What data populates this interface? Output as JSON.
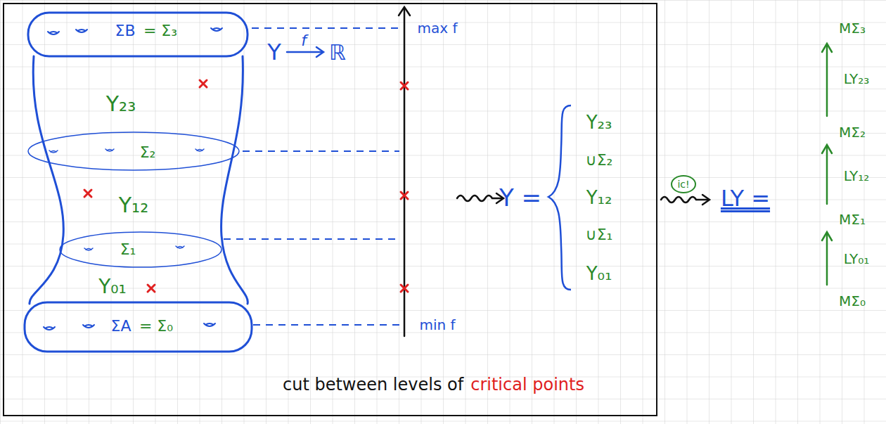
{
  "diagram": {
    "nodes": [
      {
        "text": [
          "cut between levels of",
          "critical points"
        ]
      }
    ],
    "labels": [
      "ΣB",
      "= Σ₃",
      "Y₂₃",
      "Σ₂",
      "Y₁₂",
      "Σ₁",
      "Y₀₁",
      "ΣA",
      "= Σ₀",
      "Y",
      "f",
      "ℝ",
      "max f",
      "min f",
      "Y =",
      "Y₂₃",
      "∪Σ₂",
      "Y₁₂",
      "∪Σ₁",
      "Y₀₁",
      "ic!",
      "LY =",
      "MΣ₃",
      "LY₂₃",
      "MΣ₂",
      "LY₁₂",
      "MΣ₁",
      "LY₀₁",
      "MΣ₀"
    ]
  }
}
